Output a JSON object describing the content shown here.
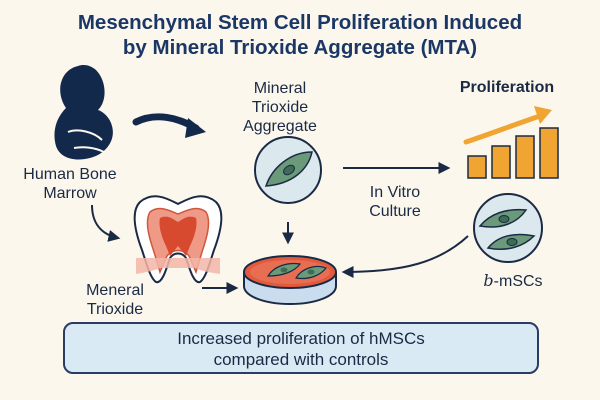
{
  "title": {
    "line1": "Mesenchymal Stem Cell Proliferation Induced",
    "line2": "by Mineral Trioxide Aggregate (MTA)"
  },
  "labels": {
    "human_bone_marrow": [
      "Human Bone",
      "Marrow"
    ],
    "mineral_trioxide_aggregate": [
      "Mineral",
      "Trioxide",
      "Aggregate"
    ],
    "proliferation": "Proliferation",
    "in_vitro_culture": [
      "In Vitro",
      "Culture"
    ],
    "meneral_trioxide": [
      "Meneral",
      "Trioxide"
    ],
    "bmscs_symbol": "b",
    "bmscs_suffix": "-mSCs"
  },
  "result": {
    "line1": "Increased proliferation of hMSCs",
    "line2": "compared with controls"
  },
  "colors": {
    "navy": "#1b2a44",
    "title_blue": "#1b3766",
    "cell_green": "#6a9a7a",
    "dish_red": "#e25a3b",
    "bar_orange": "#f0a431",
    "box_fill": "#d9eaf5",
    "background": "#fbf7ec"
  },
  "icons": [
    "fetus-icon",
    "tooth-icon",
    "cell-circle-icon",
    "petri-dish-icon",
    "bar-chart-icon",
    "stem-cells-icon"
  ]
}
